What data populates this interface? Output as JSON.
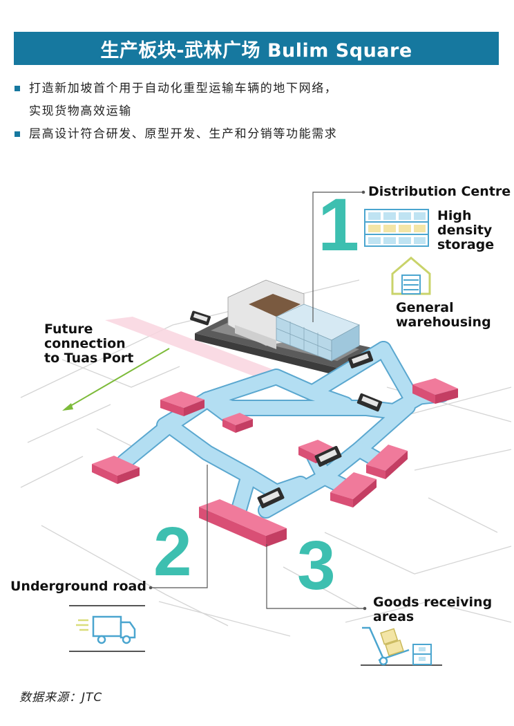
{
  "header": {
    "title": "生产板块-武林广场 Bulim Square"
  },
  "bullets": [
    {
      "lines": [
        "打造新加坡首个用于自动化重型运输车辆的地下网络，",
        "实现货物高效运输"
      ]
    },
    {
      "lines": [
        "层高设计符合研发、原型开发、生产和分销等功能需求"
      ]
    }
  ],
  "diagram": {
    "callouts": {
      "distribution_centre": "Distribution Centre",
      "high_density_storage": [
        "High",
        "density",
        "storage"
      ],
      "general_warehousing": [
        "General",
        "warehousing"
      ],
      "future_connection": [
        "Future",
        "connection",
        "to Tuas Port"
      ],
      "underground_road": "Underground road",
      "goods_receiving": [
        "Goods receiving",
        "areas"
      ]
    },
    "numbers": {
      "one": "1",
      "two": "2",
      "three": "3"
    },
    "icons": [
      "shelving-icon",
      "warehouse-icon",
      "truck-icon",
      "hand-trolley-icon"
    ],
    "colors": {
      "banner": "#16789f",
      "road": "#a9d8f0",
      "receiving": "#e8577f",
      "number": "#3dbfb0",
      "arrow": "#7dbb3a"
    }
  },
  "footer": {
    "source": "数据来源：JTC"
  }
}
